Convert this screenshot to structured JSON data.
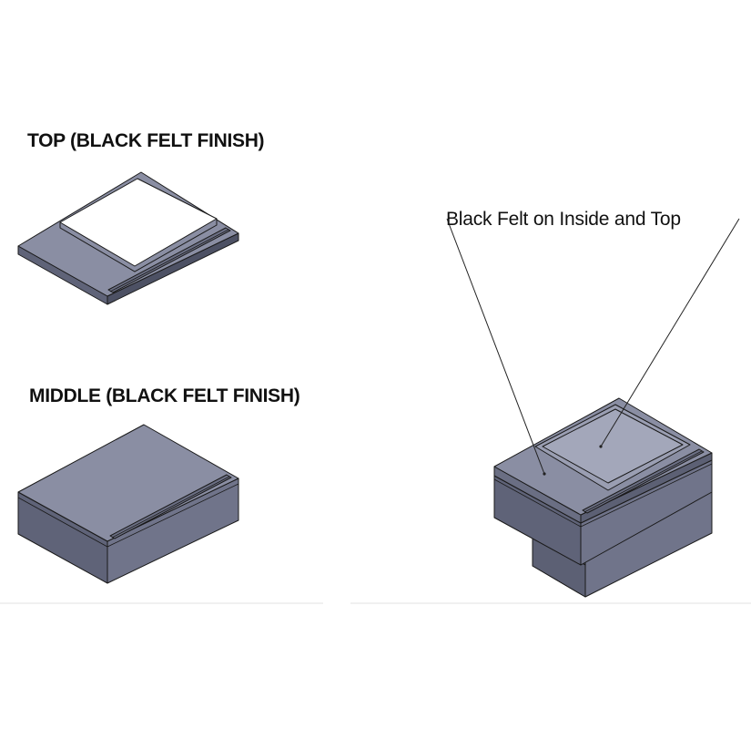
{
  "labels": {
    "top_part": "TOP (BLACK FELT FINISH)",
    "middle_part": "MIDDLE (BLACK FELT FINISH)",
    "callout": "Black Felt on Inside and Top"
  },
  "colors": {
    "face_top": "#8a8ea3",
    "face_left": "#5f6378",
    "face_right": "#757a8f",
    "face_dark": "#4d5164",
    "opening": "#ffffff",
    "edge": "#1a1a1a",
    "baseline": "#dddddd"
  }
}
